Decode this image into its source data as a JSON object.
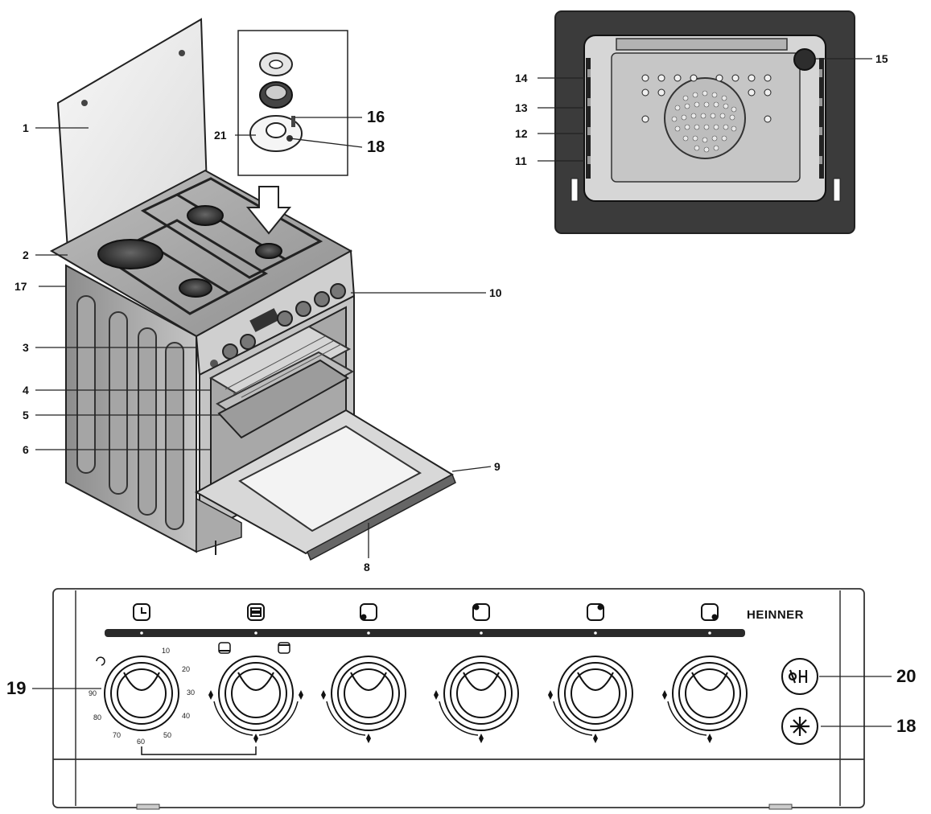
{
  "callouts": {
    "c1": "1",
    "c2": "2",
    "c3": "3",
    "c4": "4",
    "c5": "5",
    "c6": "6",
    "c8": "8",
    "c9": "9",
    "c10": "10",
    "c11": "11",
    "c12": "12",
    "c13": "13",
    "c14": "14",
    "c15": "15",
    "c16": "16",
    "c17": "17",
    "c18a": "18",
    "c21": "21",
    "c19": "19",
    "c20": "20",
    "c18b": "18"
  },
  "panel": {
    "brand": "HEINNER",
    "timer_ticks": [
      "10",
      "20",
      "30",
      "40",
      "50",
      "60",
      "70",
      "80",
      "90"
    ]
  },
  "colors": {
    "line": "#222222",
    "oven_dark": "#3a3a3a",
    "oven_inner": "#c9c9c9",
    "body_gray": "#b4b4b4",
    "panel_gray": "#9a9a9a",
    "glass": "#eeeeee"
  }
}
